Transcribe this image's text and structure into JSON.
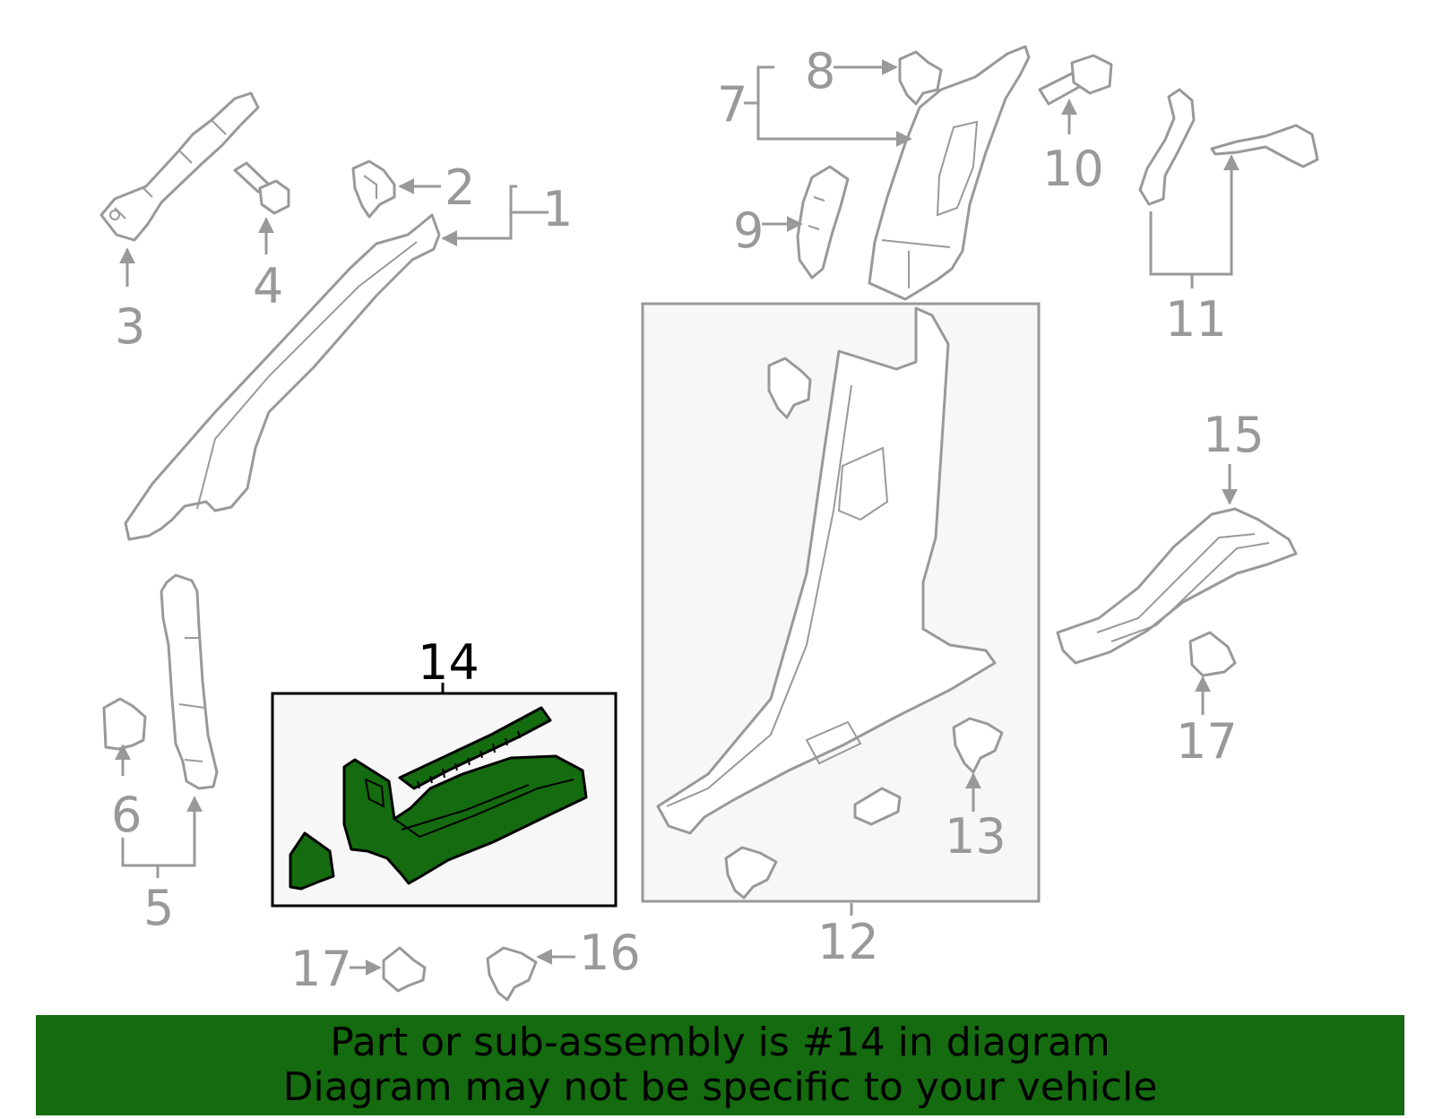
{
  "callouts": {
    "c1": "1",
    "c2": "2",
    "c3": "3",
    "c4": "4",
    "c5": "5",
    "c6": "6",
    "c7": "7",
    "c8": "8",
    "c9": "9",
    "c10": "10",
    "c11": "11",
    "c12": "12",
    "c13": "13",
    "c14": "14",
    "c15": "15",
    "c16": "16",
    "c17a": "17",
    "c17b": "17"
  },
  "highlighted_part": "14",
  "colors": {
    "highlight": "#156b0f",
    "banner": "#156b0f",
    "line_art": "#999999",
    "group_box": "#f7f7f7"
  },
  "banner": {
    "line1": "Part or sub-assembly is #14 in diagram",
    "line2": "Diagram may not be specific to your vehicle"
  }
}
